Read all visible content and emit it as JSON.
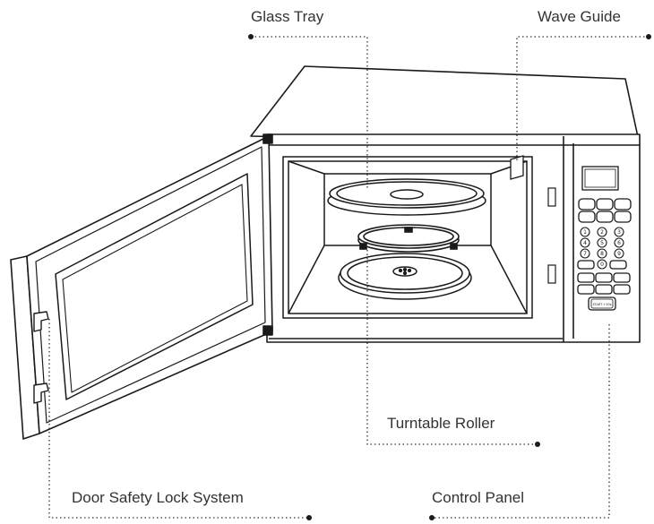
{
  "labels": {
    "glass_tray": "Glass Tray",
    "wave_guide": "Wave Guide",
    "turntable_roller": "Turntable Roller",
    "door_safety_lock": "Door Safety Lock System",
    "control_panel": "Control Panel"
  },
  "keypad": {
    "start_key": "START +30s",
    "digits": [
      "1",
      "2",
      "3",
      "4",
      "5",
      "6",
      "7",
      "8",
      "9",
      "0"
    ]
  },
  "colors": {
    "line": "#1a1a1a",
    "leader": "#333333",
    "text": "#333333",
    "background": "#ffffff"
  }
}
